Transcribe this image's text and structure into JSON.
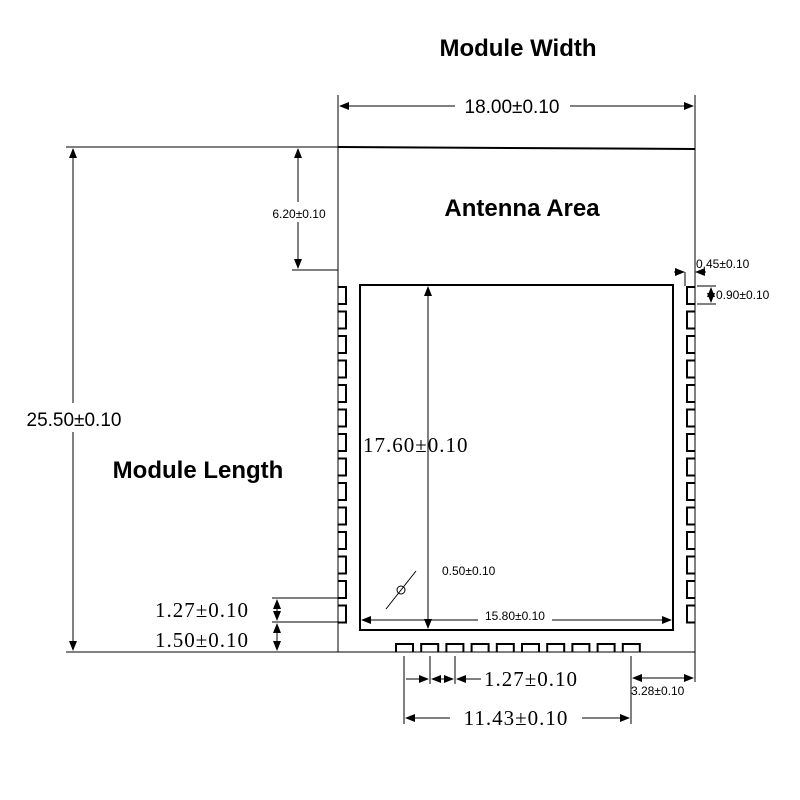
{
  "labels": {
    "module_width": "Module Width",
    "antenna_area": "Antenna Area",
    "module_length": "Module Length"
  },
  "dimensions": {
    "width": "18.00±0.10",
    "length": "25.50±0.10",
    "antenna_height": "6.20±0.10",
    "pad_width": "0.45±0.10",
    "pad_height": "0.90±0.10",
    "shield_height": "17.60±0.10",
    "shield_offset": "0.50±0.10",
    "shield_width": "15.80±0.10",
    "side_pitch": "1.27±0.10",
    "side_bottom": "1.50±0.10",
    "bottom_pitch": "1.27±0.10",
    "bottom_offset": "3.28±0.10",
    "bottom_span": "11.43±0.10"
  }
}
